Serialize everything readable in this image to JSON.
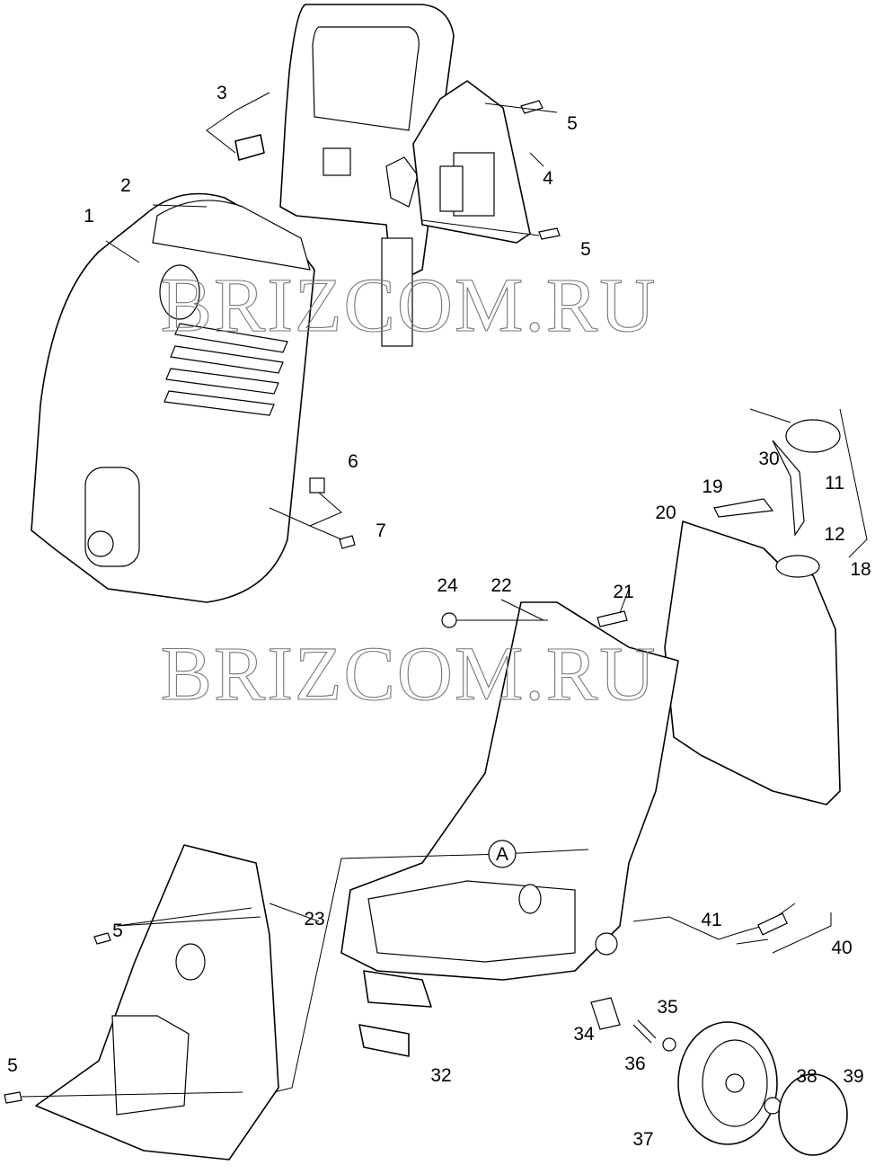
{
  "watermark": "BRIZCOM.RU",
  "callout_marker": "A",
  "labels": {
    "l1": "1",
    "l2": "2",
    "l3": "3",
    "l4": "4",
    "l5a": "5",
    "l5b": "5",
    "l5c": "5",
    "l5d": "5",
    "l6": "6",
    "l7": "7",
    "l11": "11",
    "l12": "12",
    "l18": "18",
    "l19": "19",
    "l20": "20",
    "l21": "21",
    "l22": "22",
    "l23": "23",
    "l24": "24",
    "l30": "30",
    "l32": "32",
    "l34": "34",
    "l35": "35",
    "l36": "36",
    "l37": "37",
    "l38": "38",
    "l39": "39",
    "l40": "40",
    "l41": "41"
  }
}
